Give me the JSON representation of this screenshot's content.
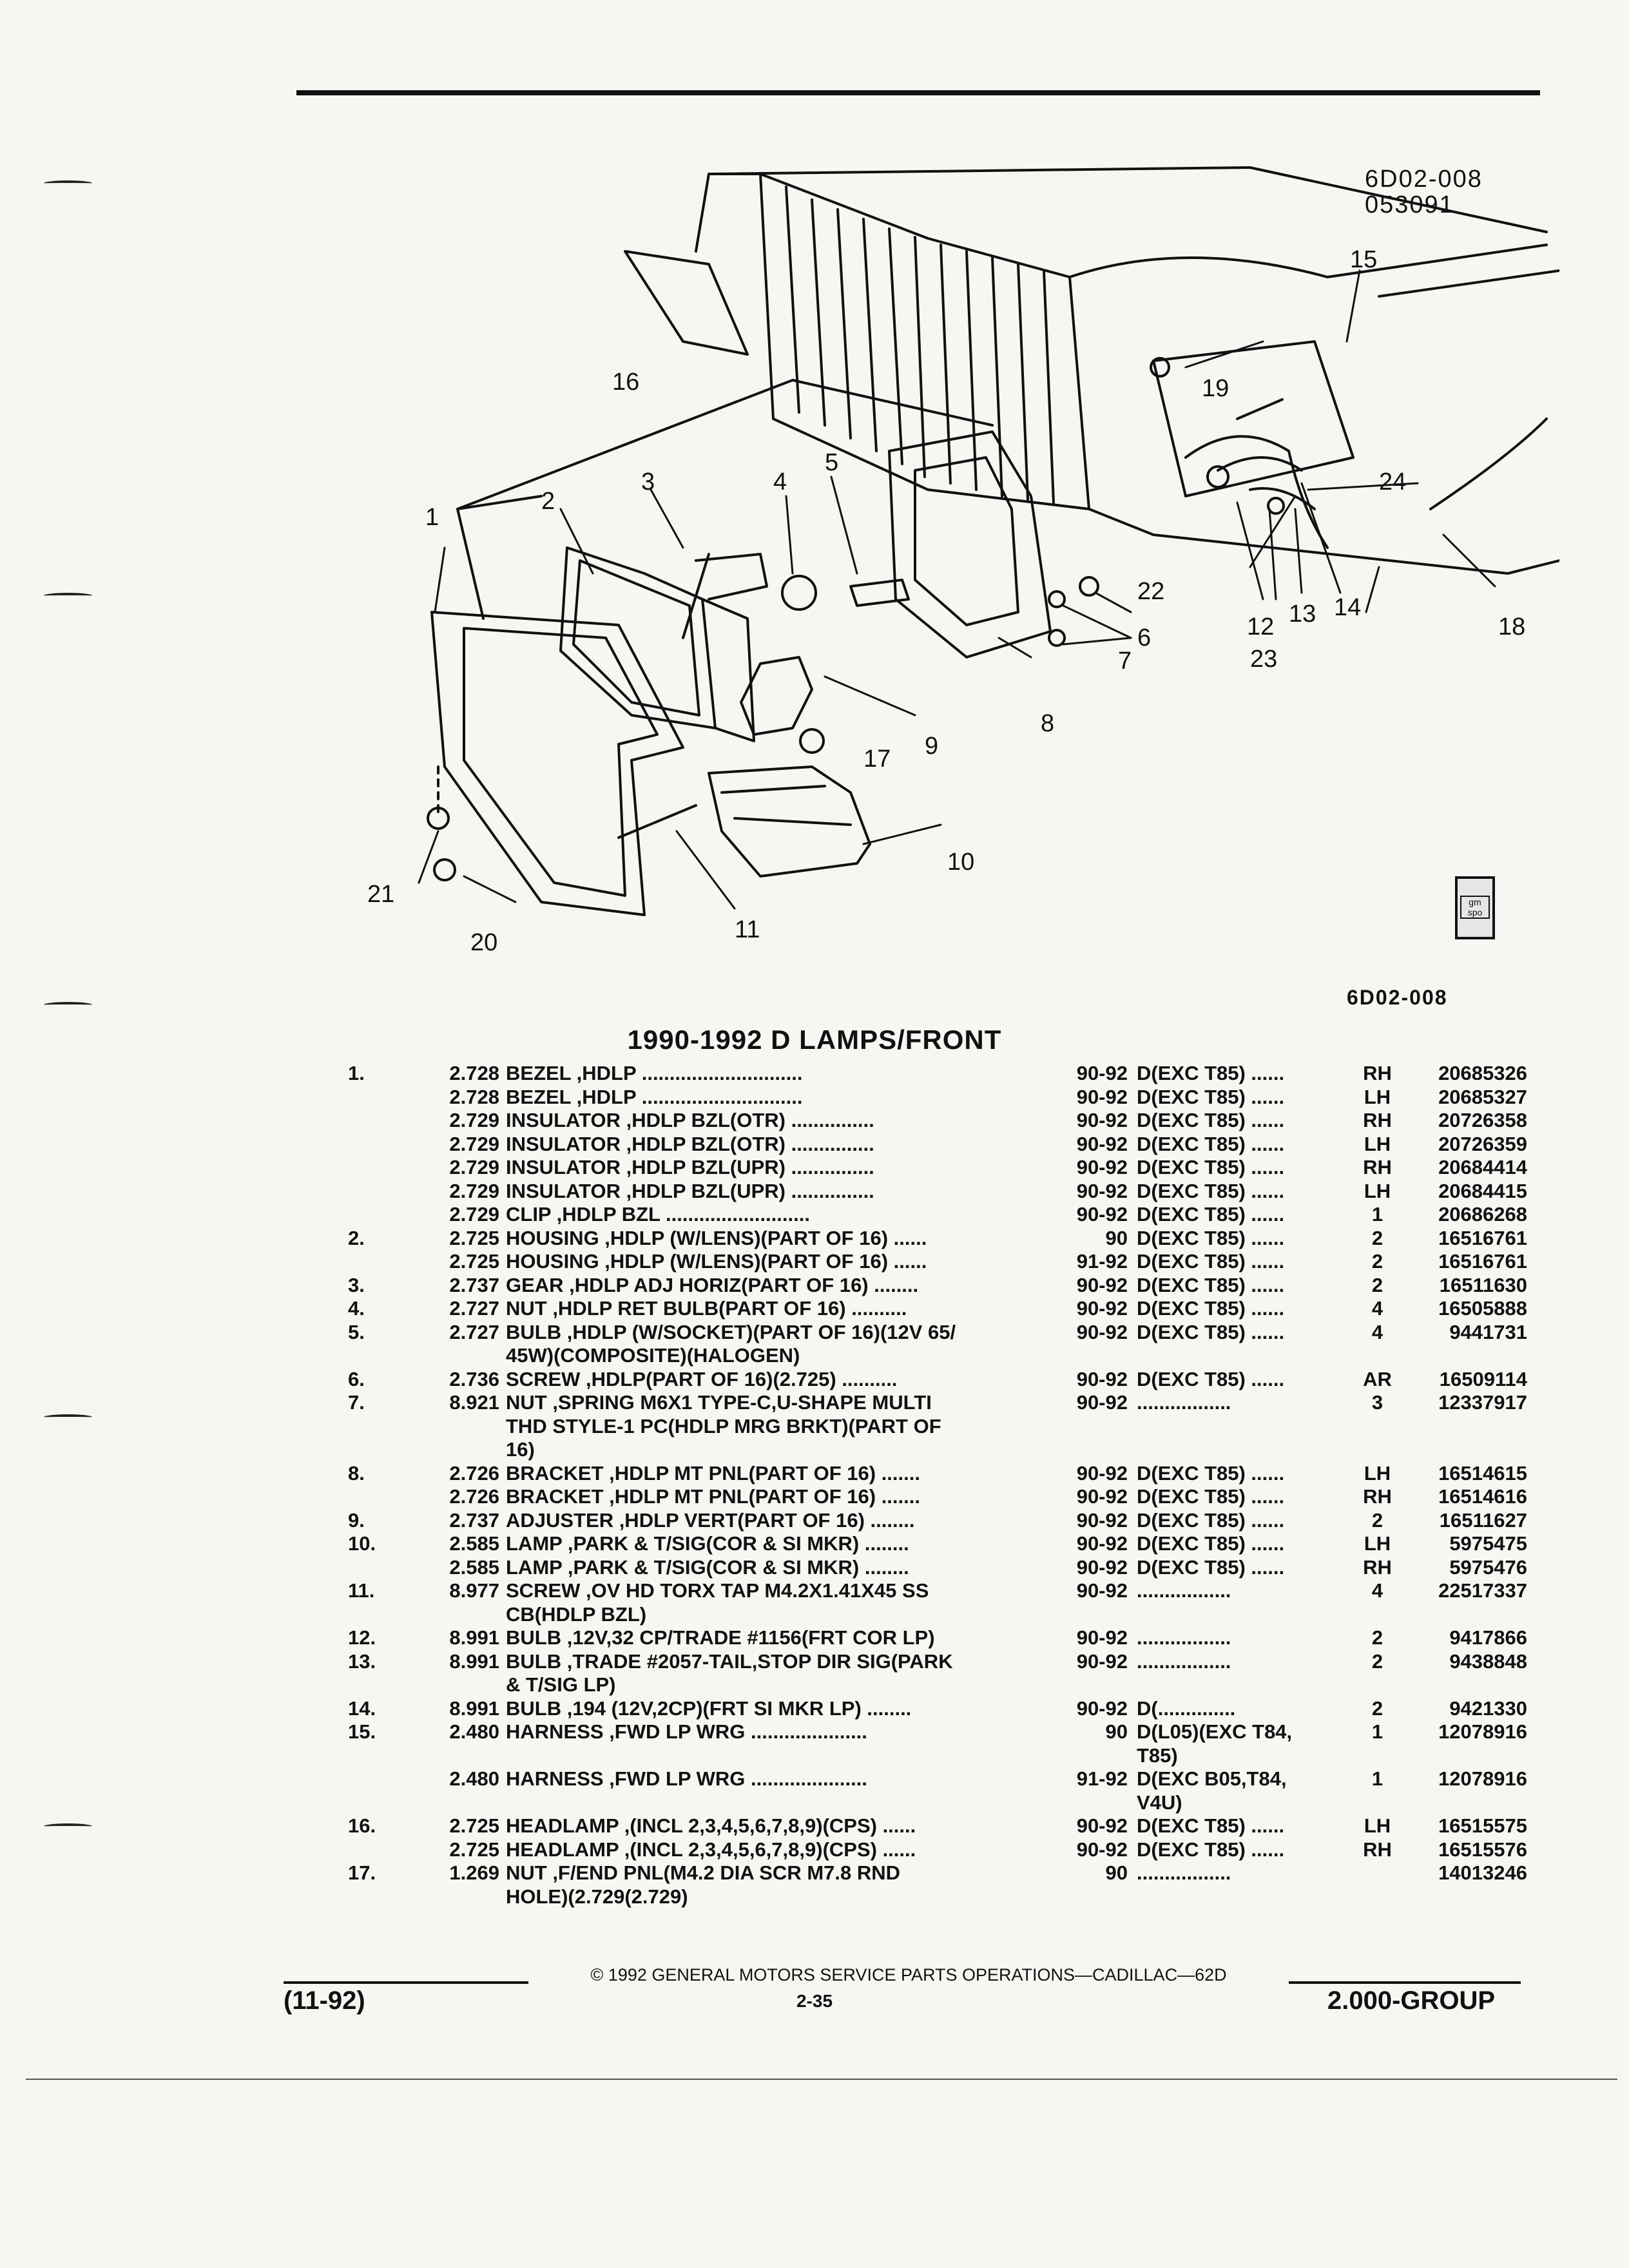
{
  "header": {
    "illustration_code": "6D02-008",
    "illustration_date": "053091",
    "section_code": "6D02-008"
  },
  "diagram": {
    "callouts": [
      "1",
      "2",
      "3",
      "4",
      "5",
      "6",
      "7",
      "8",
      "9",
      "10",
      "11",
      "12",
      "13",
      "14",
      "15",
      "16",
      "17",
      "18",
      "19",
      "20",
      "21",
      "22",
      "23",
      "24"
    ],
    "logo_text": "gm spo"
  },
  "catalog": {
    "title": "1990-1992 D LAMPS/FRONT",
    "rows": [
      {
        "ref": "1.",
        "code": "2.728",
        "desc": "BEZEL ,HDLP .............................",
        "years": "90-92",
        "model": "D(EXC T85) ......",
        "qty": "RH",
        "part": "20685326"
      },
      {
        "ref": "",
        "code": "2.728",
        "desc": "BEZEL ,HDLP .............................",
        "years": "90-92",
        "model": "D(EXC T85) ......",
        "qty": "LH",
        "part": "20685327"
      },
      {
        "ref": "",
        "code": "2.729",
        "desc": "INSULATOR ,HDLP BZL(OTR) ...............",
        "years": "90-92",
        "model": "D(EXC T85) ......",
        "qty": "RH",
        "part": "20726358"
      },
      {
        "ref": "",
        "code": "2.729",
        "desc": "INSULATOR ,HDLP BZL(OTR) ...............",
        "years": "90-92",
        "model": "D(EXC T85) ......",
        "qty": "LH",
        "part": "20726359"
      },
      {
        "ref": "",
        "code": "2.729",
        "desc": "INSULATOR ,HDLP BZL(UPR) ...............",
        "years": "90-92",
        "model": "D(EXC T85) ......",
        "qty": "RH",
        "part": "20684414"
      },
      {
        "ref": "",
        "code": "2.729",
        "desc": "INSULATOR ,HDLP BZL(UPR) ...............",
        "years": "90-92",
        "model": "D(EXC T85) ......",
        "qty": "LH",
        "part": "20684415"
      },
      {
        "ref": "",
        "code": "2.729",
        "desc": "CLIP ,HDLP BZL ..........................",
        "years": "90-92",
        "model": "D(EXC T85) ......",
        "qty": "1",
        "part": "20686268"
      },
      {
        "ref": "2.",
        "code": "2.725",
        "desc": "HOUSING ,HDLP (W/LENS)(PART OF 16) ......",
        "years": "90",
        "model": "D(EXC T85) ......",
        "qty": "2",
        "part": "16516761"
      },
      {
        "ref": "",
        "code": "2.725",
        "desc": "HOUSING ,HDLP (W/LENS)(PART OF 16) ......",
        "years": "91-92",
        "model": "D(EXC T85) ......",
        "qty": "2",
        "part": "16516761"
      },
      {
        "ref": "3.",
        "code": "2.737",
        "desc": "GEAR ,HDLP ADJ HORIZ(PART OF 16) ........",
        "years": "90-92",
        "model": "D(EXC T85) ......",
        "qty": "2",
        "part": "16511630"
      },
      {
        "ref": "4.",
        "code": "2.727",
        "desc": "NUT ,HDLP RET BULB(PART OF 16) ..........",
        "years": "90-92",
        "model": "D(EXC T85) ......",
        "qty": "4",
        "part": "16505888"
      },
      {
        "ref": "5.",
        "code": "2.727",
        "desc": "BULB ,HDLP (W/SOCKET)(PART OF 16)(12V 65/",
        "years": "90-92",
        "model": "D(EXC T85) ......",
        "qty": "4",
        "part": "9441731"
      },
      {
        "ref": "",
        "code": "",
        "desc": "45W)(COMPOSITE)(HALOGEN)",
        "years": "",
        "model": "",
        "qty": "",
        "part": ""
      },
      {
        "ref": "6.",
        "code": "2.736",
        "desc": "SCREW ,HDLP(PART OF 16)(2.725) ..........",
        "years": "90-92",
        "model": "D(EXC T85) ......",
        "qty": "AR",
        "part": "16509114"
      },
      {
        "ref": "7.",
        "code": "8.921",
        "desc": "NUT ,SPRING M6X1 TYPE-C,U-SHAPE MULTI",
        "years": "90-92",
        "model": ".................",
        "qty": "3",
        "part": "12337917"
      },
      {
        "ref": "",
        "code": "",
        "desc": "THD STYLE-1 PC(HDLP MRG BRKT)(PART OF",
        "years": "",
        "model": "",
        "qty": "",
        "part": ""
      },
      {
        "ref": "",
        "code": "",
        "desc": "16)",
        "years": "",
        "model": "",
        "qty": "",
        "part": ""
      },
      {
        "ref": "8.",
        "code": "2.726",
        "desc": "BRACKET ,HDLP MT PNL(PART OF 16) .......",
        "years": "90-92",
        "model": "D(EXC T85) ......",
        "qty": "LH",
        "part": "16514615"
      },
      {
        "ref": "",
        "code": "2.726",
        "desc": "BRACKET ,HDLP MT PNL(PART OF 16) .......",
        "years": "90-92",
        "model": "D(EXC T85) ......",
        "qty": "RH",
        "part": "16514616"
      },
      {
        "ref": "9.",
        "code": "2.737",
        "desc": "ADJUSTER ,HDLP VERT(PART OF 16) ........",
        "years": "90-92",
        "model": "D(EXC T85) ......",
        "qty": "2",
        "part": "16511627"
      },
      {
        "ref": "10.",
        "code": "2.585",
        "desc": "LAMP ,PARK & T/SIG(COR & SI MKR) ........",
        "years": "90-92",
        "model": "D(EXC T85) ......",
        "qty": "LH",
        "part": "5975475"
      },
      {
        "ref": "",
        "code": "2.585",
        "desc": "LAMP ,PARK & T/SIG(COR & SI MKR) ........",
        "years": "90-92",
        "model": "D(EXC T85) ......",
        "qty": "RH",
        "part": "5975476"
      },
      {
        "ref": "11.",
        "code": "8.977",
        "desc": "SCREW ,OV HD TORX TAP M4.2X1.41X45 SS",
        "years": "90-92",
        "model": ".................",
        "qty": "4",
        "part": "22517337"
      },
      {
        "ref": "",
        "code": "",
        "desc": "CB(HDLP BZL)",
        "years": "",
        "model": "",
        "qty": "",
        "part": ""
      },
      {
        "ref": "12.",
        "code": "8.991",
        "desc": "BULB ,12V,32 CP/TRADE #1156(FRT COR LP)",
        "years": "90-92",
        "model": ".................",
        "qty": "2",
        "part": "9417866"
      },
      {
        "ref": "13.",
        "code": "8.991",
        "desc": "BULB ,TRADE #2057-TAIL,STOP DIR SIG(PARK",
        "years": "90-92",
        "model": ".................",
        "qty": "2",
        "part": "9438848"
      },
      {
        "ref": "",
        "code": "",
        "desc": "& T/SIG LP)",
        "years": "",
        "model": "",
        "qty": "",
        "part": ""
      },
      {
        "ref": "14.",
        "code": "8.991",
        "desc": "BULB ,194 (12V,2CP)(FRT SI MKR LP) ........",
        "years": "90-92",
        "model": "D(..............",
        "qty": "2",
        "part": "9421330"
      },
      {
        "ref": "15.",
        "code": "2.480",
        "desc": "HARNESS ,FWD LP WRG .....................",
        "years": "90",
        "model": "D(L05)(EXC T84,",
        "qty": "1",
        "part": "12078916"
      },
      {
        "ref": "",
        "code": "",
        "desc": "",
        "years": "",
        "model": "T85)",
        "qty": "",
        "part": ""
      },
      {
        "ref": "",
        "code": "2.480",
        "desc": "HARNESS ,FWD LP WRG .....................",
        "years": "91-92",
        "model": "D(EXC B05,T84,",
        "qty": "1",
        "part": "12078916"
      },
      {
        "ref": "",
        "code": "",
        "desc": "",
        "years": "",
        "model": "V4U)",
        "qty": "",
        "part": ""
      },
      {
        "ref": "16.",
        "code": "2.725",
        "desc": "HEADLAMP ,(INCL 2,3,4,5,6,7,8,9)(CPS) ......",
        "years": "90-92",
        "model": "D(EXC T85) ......",
        "qty": "LH",
        "part": "16515575"
      },
      {
        "ref": "",
        "code": "2.725",
        "desc": "HEADLAMP ,(INCL 2,3,4,5,6,7,8,9)(CPS) ......",
        "years": "90-92",
        "model": "D(EXC T85) ......",
        "qty": "RH",
        "part": "16515576"
      },
      {
        "ref": "17.",
        "code": "1.269",
        "desc": "NUT ,F/END PNL(M4.2 DIA SCR M7.8 RND",
        "years": "90",
        "model": ".................",
        "qty": "",
        "part": "14013246"
      },
      {
        "ref": "",
        "code": "",
        "desc": "HOLE)(2.729(2.729)",
        "years": "",
        "model": "",
        "qty": "",
        "part": ""
      }
    ]
  },
  "footer": {
    "date": "(11-92)",
    "copyright": "© 1992 GENERAL MOTORS SERVICE PARTS OPERATIONS—CADILLAC—62D",
    "page": "2-35",
    "group": "2.000-GROUP"
  }
}
